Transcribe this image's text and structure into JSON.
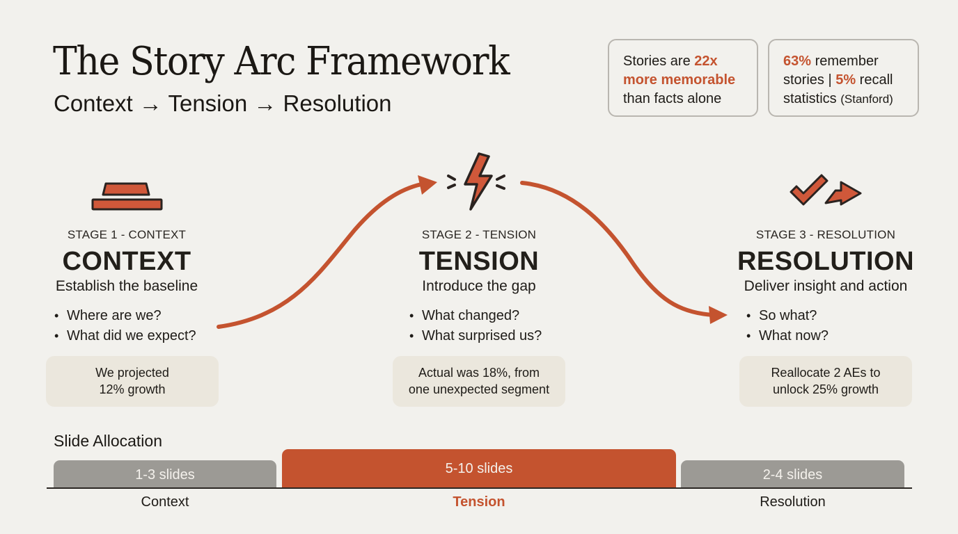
{
  "header": {
    "title": "The Story Arc Framework",
    "subtitle": "Context → Tension → Resolution"
  },
  "stats": [
    {
      "parts": [
        {
          "text": "Stories are ",
          "highlight": false
        },
        {
          "text": "22x more memorable",
          "highlight": true
        },
        {
          "text": " than facts alone",
          "highlight": false
        }
      ],
      "line1_pre": "Stories are ",
      "line1_hl": "22x",
      "line2_hl": "more memorable",
      "line3": "than facts alone"
    },
    {
      "line1_hl": "63%",
      "line1_post": " remember",
      "line2_pre": "stories | ",
      "line2_hl": "5%",
      "line2_post": " recall",
      "line3": "statistics ",
      "line3_small": "(Stanford)"
    }
  ],
  "stages": [
    {
      "icon": "stacked-bars-icon",
      "label": "STAGE 1 - CONTEXT",
      "name": "CONTEXT",
      "tagline": "Establish the baseline",
      "bullets": [
        "Where are we?",
        "What did we expect?"
      ],
      "example": [
        "We projected",
        "12% growth"
      ]
    },
    {
      "icon": "lightning-bolt-icon",
      "label": "STAGE 2 - TENSION",
      "name": "TENSION",
      "tagline": "Introduce the gap",
      "bullets": [
        "What changed?",
        "What surprised us?"
      ],
      "example": [
        "Actual was 18%, from",
        "one unexpected segment"
      ]
    },
    {
      "icon": "check-arrow-icon",
      "label": "STAGE 3 - RESOLUTION",
      "name": "RESOLUTION",
      "tagline": "Deliver insight and action",
      "bullets": [
        "So what?",
        "What now?"
      ],
      "example": [
        "Reallocate 2 AEs to",
        "unlock 25% growth"
      ]
    }
  ],
  "allocation": {
    "title": "Slide Allocation",
    "bars": [
      {
        "value_label": "1-3 slides",
        "category": "Context",
        "color": "#9c9a95"
      },
      {
        "value_label": "5-10 slides",
        "category": "Tension",
        "color": "#c4532f"
      },
      {
        "value_label": "2-4 slides",
        "category": "Resolution",
        "color": "#9c9a95"
      }
    ]
  },
  "colors": {
    "accent": "#c4532f",
    "background": "#f2f1ed",
    "text": "#1e1b17",
    "example_fill": "#ebe7dd",
    "muted_bar": "#9c9a95"
  }
}
